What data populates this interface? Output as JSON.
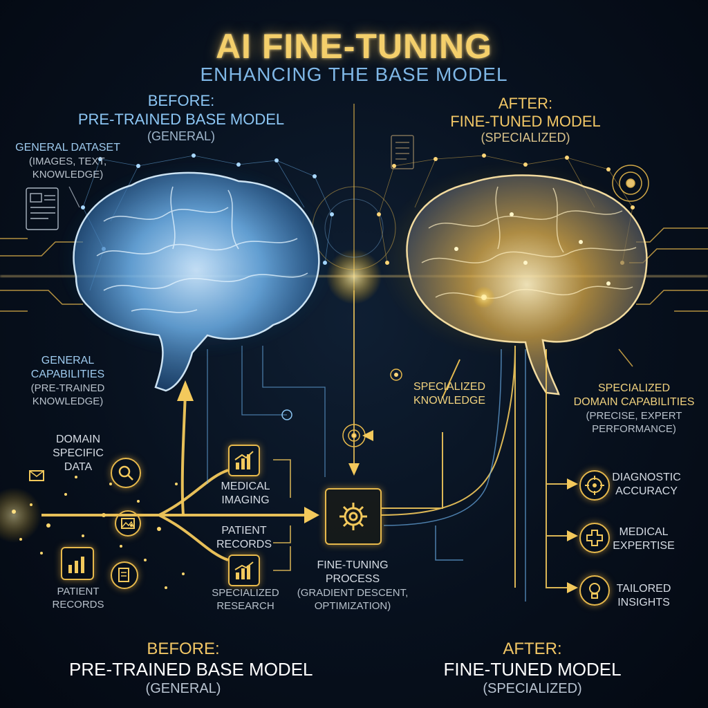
{
  "header": {
    "title": "AI FINE-TUNING",
    "subtitle": "ENHANCING THE BASE MODEL"
  },
  "before_top": {
    "label": "BEFORE:",
    "model": "PRE-TRAINED BASE MODEL",
    "note": "(GENERAL)"
  },
  "after_top": {
    "label": "AFTER:",
    "model": "FINE-TUNED MODEL",
    "note": "(SPECIALIZED)"
  },
  "general_dataset": {
    "line1": "GENERAL DATASET",
    "line2": "(IMAGES, TEXT,",
    "line3": "KNOWLEDGE)"
  },
  "general_capabilities": {
    "line1": "GENERAL",
    "line2": "CAPABILITIES",
    "line3": "(PRE-TRAINED",
    "line4": "KNOWLEDGE)"
  },
  "domain_data": {
    "line1": "DOMAIN",
    "line2": "SPECIFIC",
    "line3": "DATA"
  },
  "inputs": {
    "medical_imaging": {
      "line1": "MEDICAL",
      "line2": "IMAGING"
    },
    "patient_records_mid": {
      "line1": "PATIENT",
      "line2": "RECORDS"
    },
    "specialized_research": {
      "line1": "SPECIALIZED",
      "line2": "RESEARCH"
    },
    "patient_records_left": {
      "line1": "PATIENT",
      "line2": "RECORDS"
    }
  },
  "process": {
    "line1": "FINE-TUNING",
    "line2": "PROCESS",
    "line3": "(GRADIENT DESCENT,",
    "line4": "OPTIMIZATION)"
  },
  "specialized_knowledge": {
    "line1": "SPECIALIZED",
    "line2": "KNOWLEDGE"
  },
  "specialized_domain": {
    "line1": "SPECIALIZED",
    "line2": "DOMAIN CAPABILITIES",
    "line3": "(PRECISE, EXPERT",
    "line4": "PERFORMANCE)"
  },
  "outputs": {
    "diagnostic": {
      "line1": "DIAGNOSTIC",
      "line2": "ACCURACY"
    },
    "medical_expertise": {
      "line1": "MEDICAL",
      "line2": "EXPERTISE"
    },
    "tailored": {
      "line1": "TAILORED",
      "line2": "INSIGHTS"
    }
  },
  "before_bottom": {
    "label": "BEFORE:",
    "model": "PRE-TRAINED BASE MODEL",
    "note": "(GENERAL)"
  },
  "after_bottom": {
    "label": "AFTER:",
    "model": "FINE-TUNED MODEL",
    "note": "(SPECIALIZED)"
  },
  "colors": {
    "gold": "#f2c766",
    "blue": "#8cc6f4",
    "background": "#07101d"
  }
}
